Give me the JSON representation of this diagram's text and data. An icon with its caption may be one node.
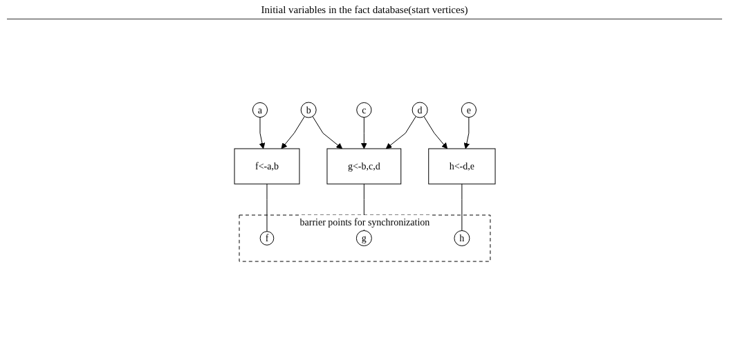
{
  "diagram": {
    "title": "Initial variables in the fact database(start vertices)",
    "nodes": [
      {
        "text": [
          "a"
        ]
      },
      {
        "text": [
          "b"
        ]
      },
      {
        "text": [
          "c"
        ]
      },
      {
        "text": [
          "d"
        ]
      },
      {
        "text": [
          "e"
        ]
      },
      {
        "text": [
          "f<-a,b"
        ]
      },
      {
        "text": [
          "g<-b,c,d"
        ]
      },
      {
        "text": [
          "h<-d,e"
        ]
      },
      {
        "text": [
          "barrier points for synchronization"
        ]
      },
      {
        "text": [
          "f"
        ],
        "in": 8
      },
      {
        "text": [
          "g"
        ],
        "in": 8
      },
      {
        "text": [
          "h"
        ],
        "in": 8
      }
    ],
    "edges": [
      {
        "from": 0,
        "to": 5,
        "arrow": "to"
      },
      {
        "from": 1,
        "to": 5,
        "arrow": "to"
      },
      {
        "from": 1,
        "to": 6,
        "arrow": "to"
      },
      {
        "from": 2,
        "to": 6,
        "arrow": "to"
      },
      {
        "from": 3,
        "to": 6,
        "arrow": "to"
      },
      {
        "from": 3,
        "to": 7,
        "arrow": "to"
      },
      {
        "from": 4,
        "to": 7,
        "arrow": "to"
      },
      {
        "from": 5,
        "to": 9,
        "arrow": "none"
      },
      {
        "from": 6,
        "to": 10,
        "arrow": "none"
      },
      {
        "from": 7,
        "to": 11,
        "arrow": "none"
      }
    ]
  }
}
